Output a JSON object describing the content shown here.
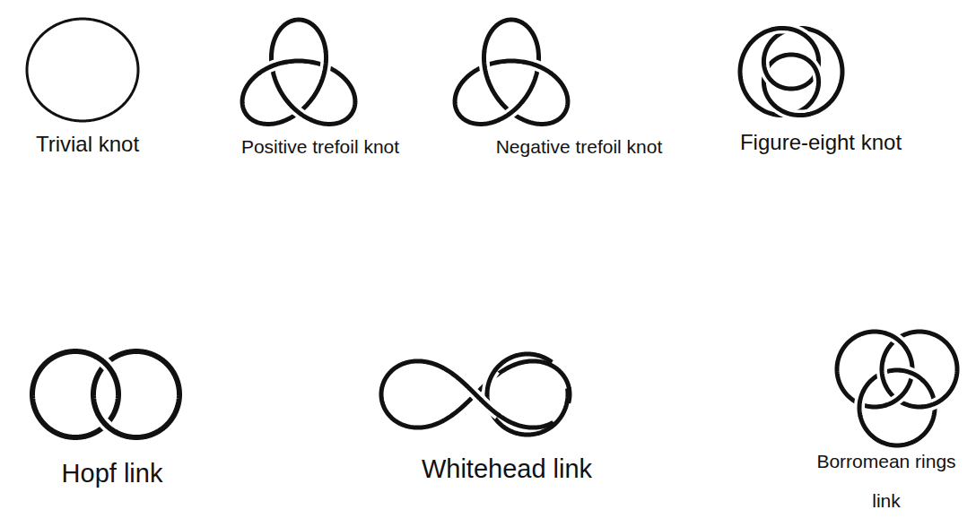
{
  "diagram": {
    "labels": [
      "Trivial knot",
      "Positive trefoil knot",
      "Negative trefoil knot",
      "Figure-eight knot",
      "Hopf link",
      "Whitehead link",
      "Borromean rings link"
    ]
  }
}
